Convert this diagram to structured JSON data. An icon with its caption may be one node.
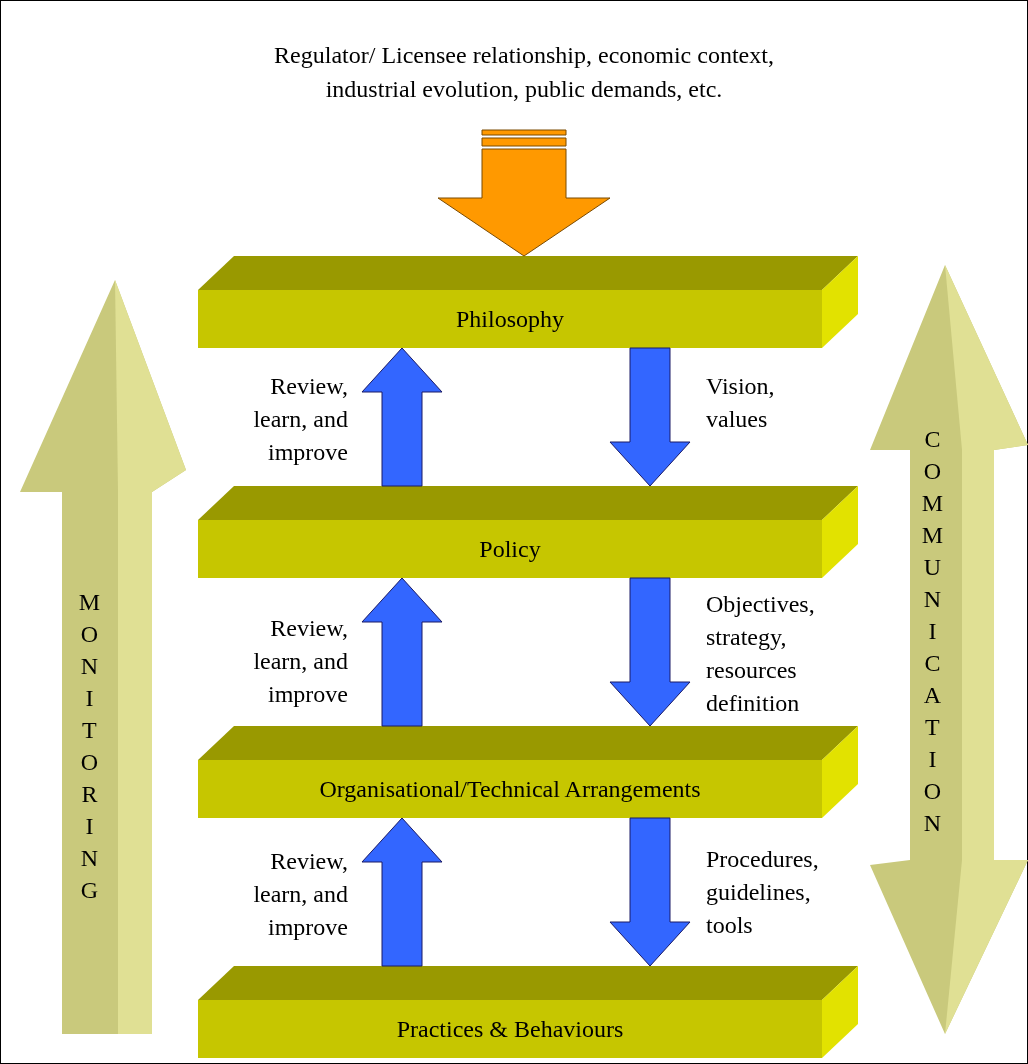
{
  "diagram": {
    "nodes": [
      {
        "text": [
          "Regulator/ Licensee relationship, economic context, industrial evolution, public demands, etc."
        ]
      },
      {
        "text": [
          "Philosophy"
        ]
      },
      {
        "text": [
          "Policy"
        ]
      },
      {
        "text": [
          "Organisational/Technical Arrangements"
        ]
      },
      {
        "text": [
          "Practices & Behaviours"
        ]
      },
      {
        "text": [
          "MONITORING"
        ]
      },
      {
        "text": [
          "COMMUNICATION"
        ]
      }
    ],
    "edges": [
      {
        "from": 0,
        "to": 1,
        "arrow": "to",
        "style": "thick",
        "color": "#ff9900"
      },
      {
        "from": 2,
        "to": 1,
        "arrow": "to",
        "style": "thick",
        "label": "Review, learn, and improve"
      },
      {
        "from": 1,
        "to": 2,
        "arrow": "to",
        "style": "thick",
        "label": "Vision, values"
      },
      {
        "from": 3,
        "to": 2,
        "arrow": "to",
        "style": "thick",
        "label": "Review, learn, and improve"
      },
      {
        "from": 2,
        "to": 3,
        "arrow": "to",
        "style": "thick",
        "label": "Objectives, strategy, resources definition"
      },
      {
        "from": 4,
        "to": 3,
        "arrow": "to",
        "style": "thick",
        "label": "Review, learn, and improve"
      },
      {
        "from": 3,
        "to": 4,
        "arrow": "to",
        "style": "thick",
        "label": "Procedures, guidelines, tools"
      }
    ]
  }
}
